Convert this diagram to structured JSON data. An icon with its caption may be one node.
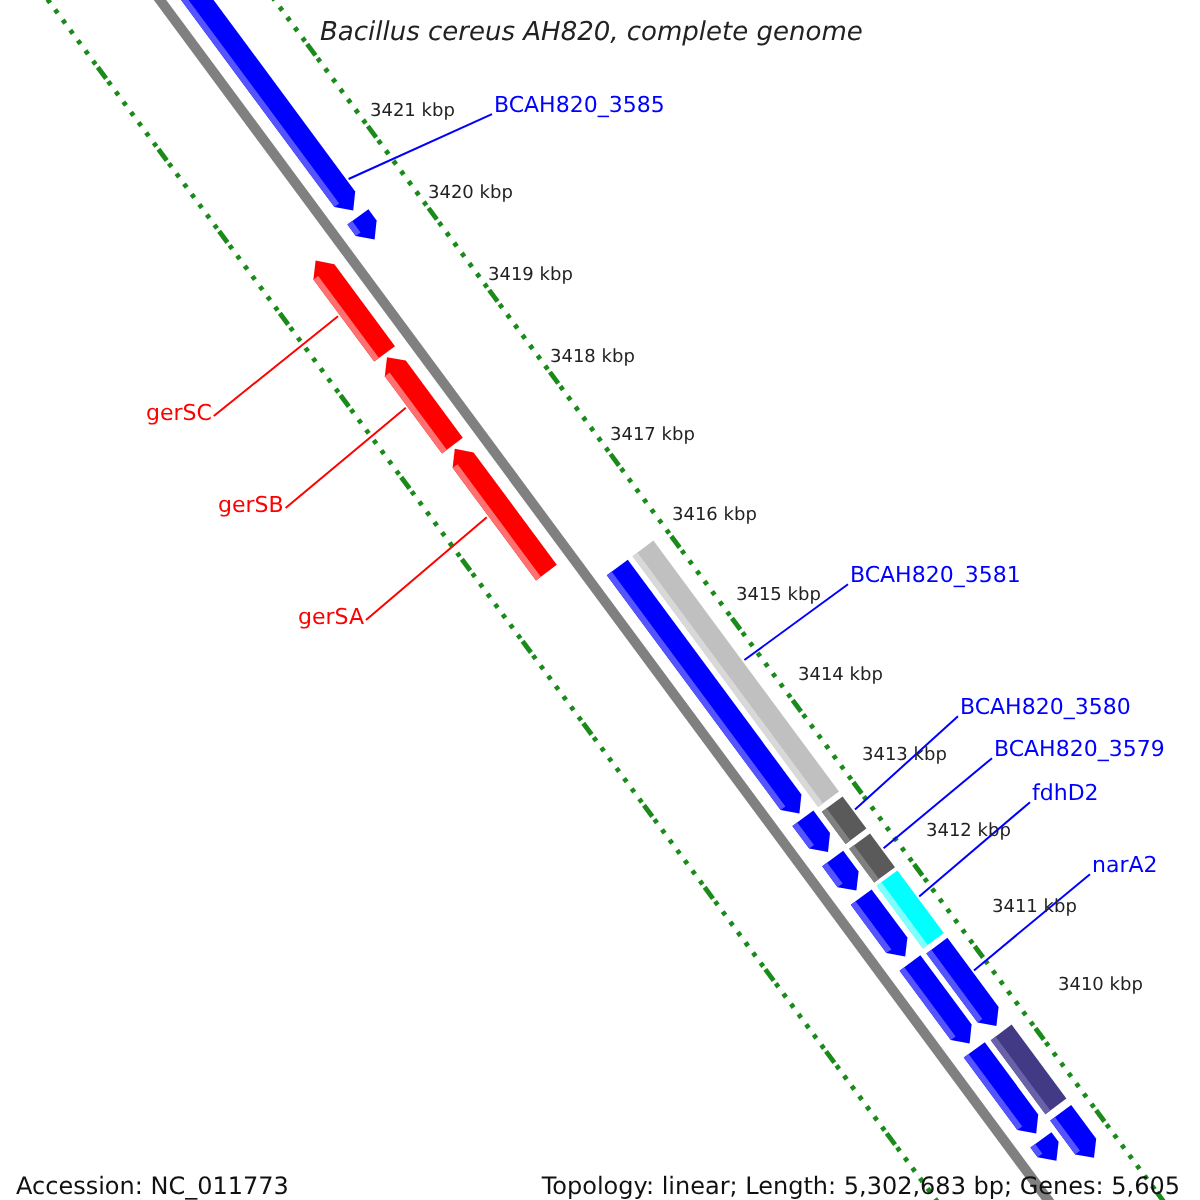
{
  "diagram": {
    "title": "Bacillus cereus AH820, complete genome",
    "nodes": [
      {
        "text": [
          "BCAH820_3585"
        ]
      },
      {
        "text": [
          "gerSC"
        ]
      },
      {
        "text": [
          "gerSB"
        ]
      },
      {
        "text": [
          "gerSA"
        ]
      },
      {
        "text": [
          "BCAH820_3581"
        ]
      },
      {
        "text": [
          "BCAH820_3580"
        ]
      },
      {
        "text": [
          "BCAH820_3579"
        ]
      },
      {
        "text": [
          "fdhD2"
        ]
      },
      {
        "text": [
          "narA2"
        ]
      },
      {
        "text": [],
        "shape": "bar"
      },
      {
        "text": [],
        "shape": "bar"
      },
      {
        "text": [],
        "shape": "bar"
      },
      {
        "text": [],
        "shape": "bar"
      },
      {
        "text": [],
        "shape": "bar"
      },
      {
        "text": [],
        "shape": "bar"
      },
      {
        "text": [],
        "shape": "bar"
      },
      {
        "text": [],
        "shape": "bar"
      },
      {
        "text": [],
        "shape": "bar"
      },
      {
        "text": [],
        "shape": "bar"
      },
      {
        "text": [],
        "shape": "bar"
      },
      {
        "text": [],
        "shape": "bar"
      },
      {
        "text": [],
        "shape": "bar"
      },
      {
        "text": [],
        "shape": "bar"
      },
      {
        "text": [],
        "shape": "bar"
      },
      {
        "text": [],
        "shape": "bar"
      },
      {
        "text": [],
        "shape": "bar"
      },
      {
        "text": [],
        "shape": "bar"
      },
      {
        "text": [],
        "shape": "bar"
      }
    ],
    "edges": [
      {
        "from": 0,
        "to": 9,
        "arrow": "none"
      },
      {
        "from": 1,
        "to": 11,
        "arrow": "none",
        "color": "#ff0000"
      },
      {
        "from": 2,
        "to": 12,
        "arrow": "none",
        "color": "#ff0000"
      },
      {
        "from": 3,
        "to": 13,
        "arrow": "none",
        "color": "#ff0000"
      },
      {
        "from": 4,
        "to": 14,
        "arrow": "none"
      },
      {
        "from": 5,
        "to": 16,
        "arrow": "none"
      },
      {
        "from": 6,
        "to": 19,
        "arrow": "none"
      },
      {
        "from": 7,
        "to": 21,
        "arrow": "none"
      },
      {
        "from": 8,
        "to": 23,
        "arrow": "none"
      }
    ],
    "labels": [
      "3421 kbp",
      "3420 kbp",
      "3419 kbp",
      "3418 kbp",
      "3417 kbp",
      "3416 kbp",
      "3415 kbp",
      "3414 kbp",
      "3413 kbp",
      "3412 kbp",
      "3411 kbp",
      "3410 kbp",
      "Accession: NC_011773",
      "Topology: linear; Length: 5,302,683 bp; Genes: 5,605"
    ]
  }
}
